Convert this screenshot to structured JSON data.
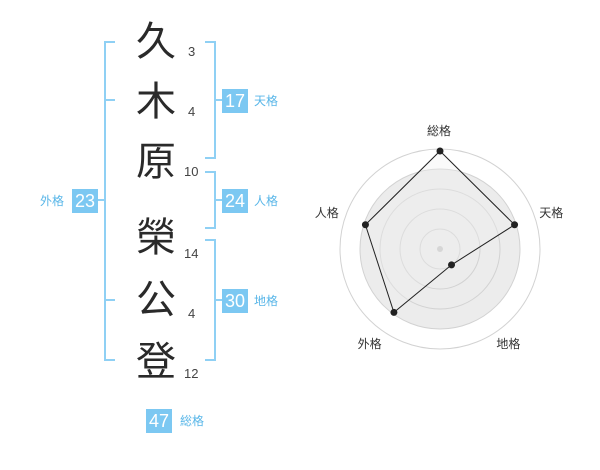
{
  "name": {
    "chars": [
      {
        "char": "久",
        "strokes": "3"
      },
      {
        "char": "木",
        "strokes": "4"
      },
      {
        "char": "原",
        "strokes": "10"
      },
      {
        "char": "榮",
        "strokes": "14"
      },
      {
        "char": "公",
        "strokes": "4"
      },
      {
        "char": "登",
        "strokes": "12"
      }
    ]
  },
  "kaku": {
    "tenkaku": {
      "value": "17",
      "label": "天格"
    },
    "jinkaku": {
      "value": "24",
      "label": "人格"
    },
    "chikaku": {
      "value": "30",
      "label": "地格"
    },
    "gaikaku": {
      "value": "23",
      "label": "外格"
    },
    "soukaku": {
      "value": "47",
      "label": "総格"
    }
  },
  "chart_data": {
    "type": "radar",
    "axes": [
      "総格",
      "天格",
      "地格",
      "外格",
      "人格"
    ],
    "values": [
      5,
      4,
      1,
      4,
      4
    ],
    "max": 5,
    "rings": 5
  },
  "colors": {
    "accent": "#7cc8f2",
    "accent_text": "#58b6e8",
    "bracket": "#8fd0f4"
  }
}
